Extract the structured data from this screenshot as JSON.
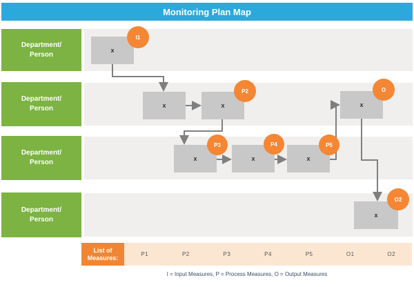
{
  "header": {
    "title": "Monitoring Plan Map"
  },
  "lanes": [
    {
      "label_line1": "Department/",
      "label_line2": "Person"
    },
    {
      "label_line1": "Department/",
      "label_line2": "Person"
    },
    {
      "label_line1": "Department/",
      "label_line2": "Person"
    },
    {
      "label_line1": "Department/",
      "label_line2": "Person"
    }
  ],
  "nodes": [
    {
      "label": "x",
      "badge": "I1"
    },
    {
      "label": "x",
      "badge": ""
    },
    {
      "label": "x",
      "badge": "P2"
    },
    {
      "label": "x",
      "badge": "O"
    },
    {
      "label": "x",
      "badge": "P3"
    },
    {
      "label": "x",
      "badge": "P4"
    },
    {
      "label": "x",
      "badge": "P5"
    },
    {
      "label": "x",
      "badge": "O2"
    }
  ],
  "measures": {
    "header_line1": "List of",
    "header_line2": "Measures:",
    "items": [
      "P1",
      "P2",
      "P3",
      "P4",
      "P5",
      "O1",
      "O2"
    ]
  },
  "legend": "I = Input Measures, P = Process Measures, O = Output Measures",
  "colors": {
    "header_bg": "#2ba9dc",
    "lane_label_bg": "#7cb342",
    "lane_band_bg": "#f0efee",
    "node_bg": "#c8c8c8",
    "badge_bg": "#f58634",
    "measures_band_bg": "#fbe6d2",
    "measures_header_bg": "#f08634",
    "connector": "#7f7f7f"
  }
}
